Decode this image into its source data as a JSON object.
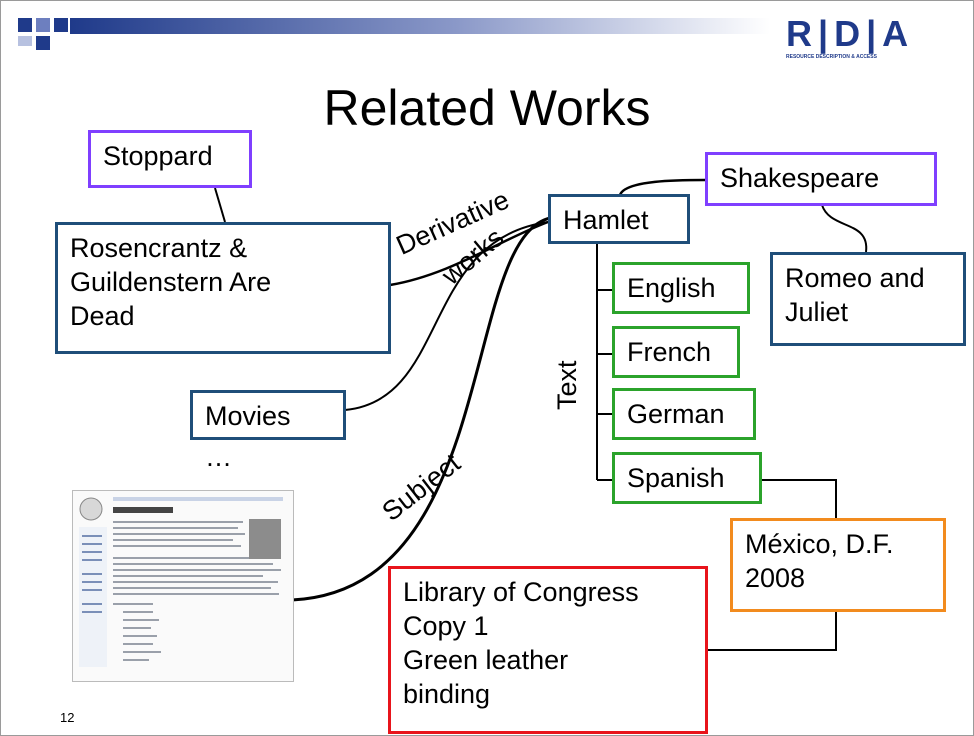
{
  "slide": {
    "title": "Related Works",
    "page_number": "12",
    "logo_text": "R|D|A",
    "logo_subtitle": "RESOURCE DESCRIPTION & ACCESS"
  },
  "nodes": {
    "stoppard": "Stoppard",
    "rosencrantz": [
      "Rosencrantz &",
      "Guildenstern Are",
      "Dead"
    ],
    "movies": "Movies",
    "ellipsis": "…",
    "hamlet": "Hamlet",
    "shakespeare": "Shakespeare",
    "romeo": [
      "Romeo and",
      "Juliet"
    ],
    "english": "English",
    "french": "French",
    "german": "German",
    "spanish": "Spanish",
    "mexico": [
      "México, D.F.",
      "2008"
    ],
    "library": [
      "Library of Congress",
      "Copy 1",
      "Green leather",
      "binding"
    ]
  },
  "edge_labels": {
    "derivative": "Derivative",
    "works": "works",
    "subject": "Subject",
    "text": "Text"
  },
  "colors": {
    "person": "#7f3fff",
    "work": "#1f4e79",
    "expression": "#2ba32b",
    "manifestation": "#f28b1e",
    "item": "#e8141b"
  }
}
